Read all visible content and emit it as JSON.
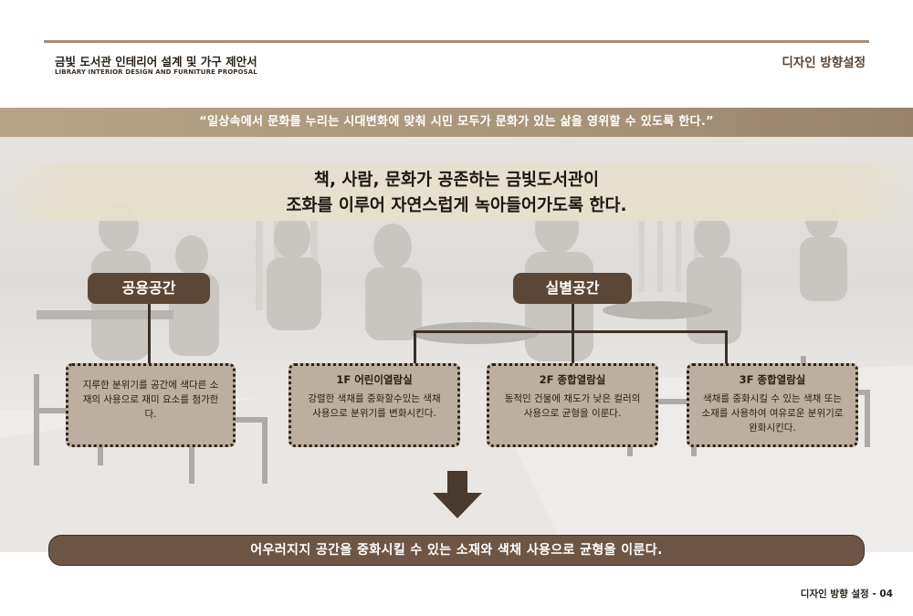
{
  "header": {
    "title": "금빛 도서관 인테리어 설계 및 가구 제안서",
    "subtitle": "LIBRARY INTERIOR DESIGN AND FURNITURE PROPOSAL",
    "section": "디자인 방향설정"
  },
  "quote": "“일상속에서 문화를 누리는 시대변화에 맞춰 시민 모두가 문화가 있는 삶을 영위할 수 있도록 한다.”",
  "headline": {
    "line1": "책, 사람, 문화가 공존하는 금빛도서관이",
    "line2": "조화를 이루어 자연스럽게 녹아들어가도록 한다."
  },
  "common_space": {
    "label": "공용공간",
    "description": "지루한 분위기를 공간에 색다른 소재의 사용으로 재미 요소를 첨가한다."
  },
  "distinct_space": {
    "label": "실별공간",
    "rooms": [
      {
        "title": "1F 어린이열람실",
        "description": "강렬한 색채를 중화할수있는 색채 사용으로 분위기를 변화시킨다."
      },
      {
        "title": "2F 종합열람실",
        "description": "동적인 건물에 채도가 낮은 컬러의 사용으로 균형을 이룬다."
      },
      {
        "title": "3F 종합열람실",
        "description": "색채를 중화시킬 수 있는 색채 또는 소재를 사용하여 여유로운 분위기로 완화시킨다."
      }
    ]
  },
  "conclusion": "어우러지지 공간을 중화시킬 수 있는 소재와 색채 사용으로 균형을 이룬다.",
  "footer": "디자인 방향 설정 - 04",
  "colors": {
    "accent_brown": "#5c4636",
    "quote_band": "#a99679",
    "headline_band": "#e8e0cd",
    "card_fill": "#bcaf9f",
    "conclusion_band": "#6e5646",
    "rule": "#a38d78"
  },
  "icons": {
    "flow_arrow": "down-arrow-icon"
  }
}
